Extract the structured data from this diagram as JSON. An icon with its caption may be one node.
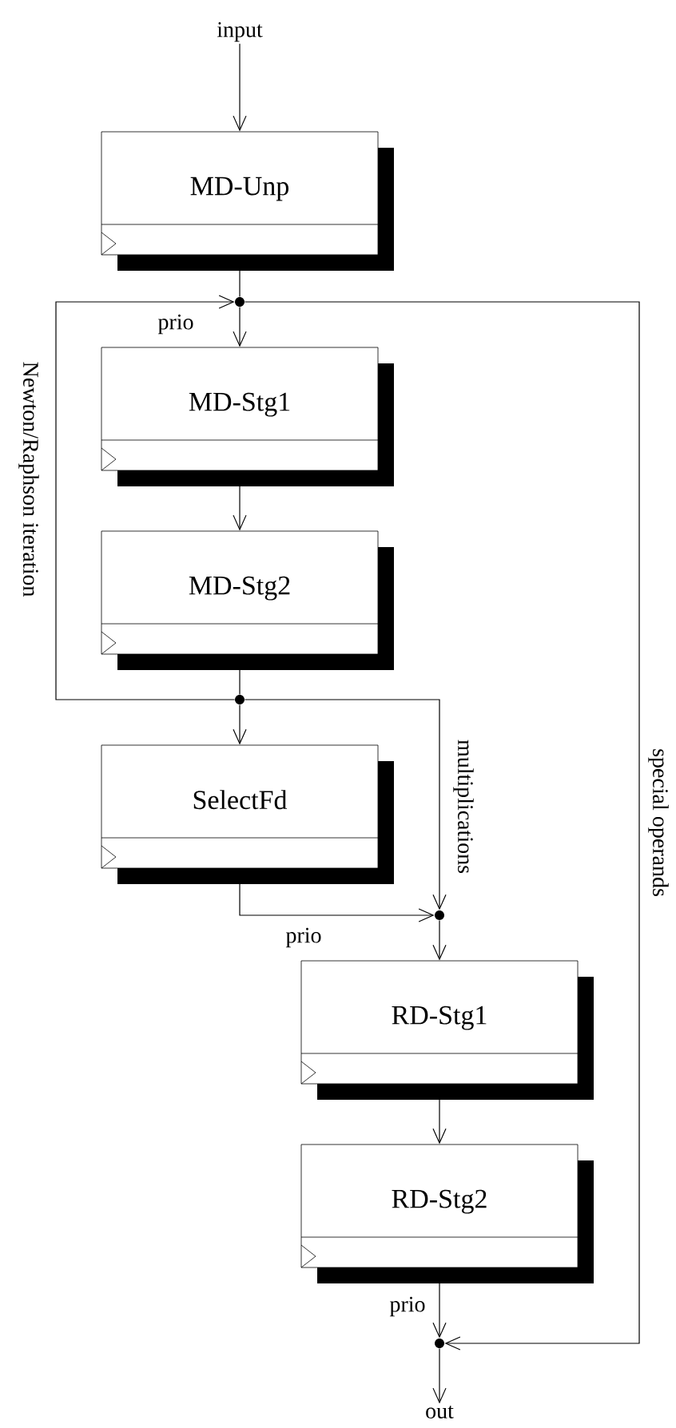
{
  "diagram": {
    "nodes": [
      {
        "text": [
          "input"
        ]
      },
      {
        "text": [
          "MD-Unp"
        ]
      },
      {
        "text": [],
        "shape": "circle"
      },
      {
        "text": [
          "MD-Stg1"
        ]
      },
      {
        "text": [
          "MD-Stg2"
        ]
      },
      {
        "text": [],
        "shape": "circle"
      },
      {
        "text": [
          "SelectFd"
        ]
      },
      {
        "text": [],
        "shape": "circle"
      },
      {
        "text": [
          "RD-Stg1"
        ]
      },
      {
        "text": [
          "RD-Stg2"
        ]
      },
      {
        "text": [],
        "shape": "circle"
      },
      {
        "text": [
          "out"
        ]
      }
    ],
    "edges": [
      {
        "from": 0,
        "to": 1,
        "arrow": "to"
      },
      {
        "from": 1,
        "to": 2,
        "arrow": "none"
      },
      {
        "from": 2,
        "to": 3,
        "arrow": "to"
      },
      {
        "from": 3,
        "to": 4,
        "arrow": "to"
      },
      {
        "from": 4,
        "to": 5,
        "arrow": "none"
      },
      {
        "from": 5,
        "to": 2,
        "arrow": "to",
        "label": "Newton/Raphson iteration"
      },
      {
        "from": 5,
        "to": 6,
        "arrow": "to"
      },
      {
        "from": 5,
        "to": 7,
        "arrow": "to",
        "label": "multiplications"
      },
      {
        "from": 6,
        "to": 7,
        "arrow": "to"
      },
      {
        "from": 7,
        "to": 8,
        "arrow": "to"
      },
      {
        "from": 8,
        "to": 9,
        "arrow": "to"
      },
      {
        "from": 9,
        "to": 10,
        "arrow": "to"
      },
      {
        "from": 2,
        "to": 10,
        "arrow": "to",
        "label": "special operands"
      },
      {
        "from": 10,
        "to": 11,
        "arrow": "to"
      }
    ],
    "labels": [
      "prio",
      "prio",
      "prio"
    ]
  }
}
